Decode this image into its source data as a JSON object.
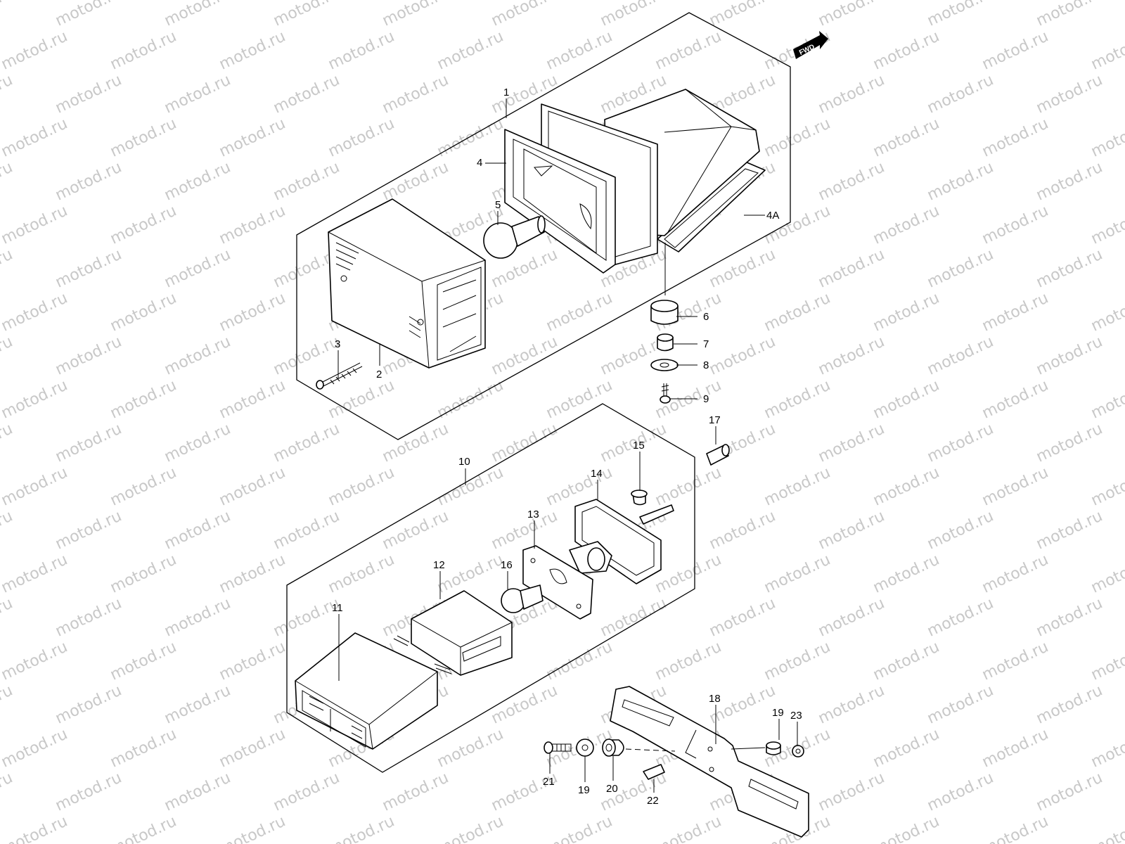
{
  "watermark_text": "motod.ru",
  "fwd_badge": "FWD",
  "callouts": {
    "c1": "1",
    "c2": "2",
    "c3": "3",
    "c4": "4",
    "c4a": "4A",
    "c5": "5",
    "c6": "6",
    "c7": "7",
    "c8": "8",
    "c9": "9",
    "c10": "10",
    "c11": "11",
    "c12": "12",
    "c13": "13",
    "c14": "14",
    "c15": "15",
    "c16": "16",
    "c17": "17",
    "c18": "18",
    "c19a": "19",
    "c19b": "19",
    "c20": "20",
    "c21": "21",
    "c22": "22",
    "c23": "23"
  }
}
